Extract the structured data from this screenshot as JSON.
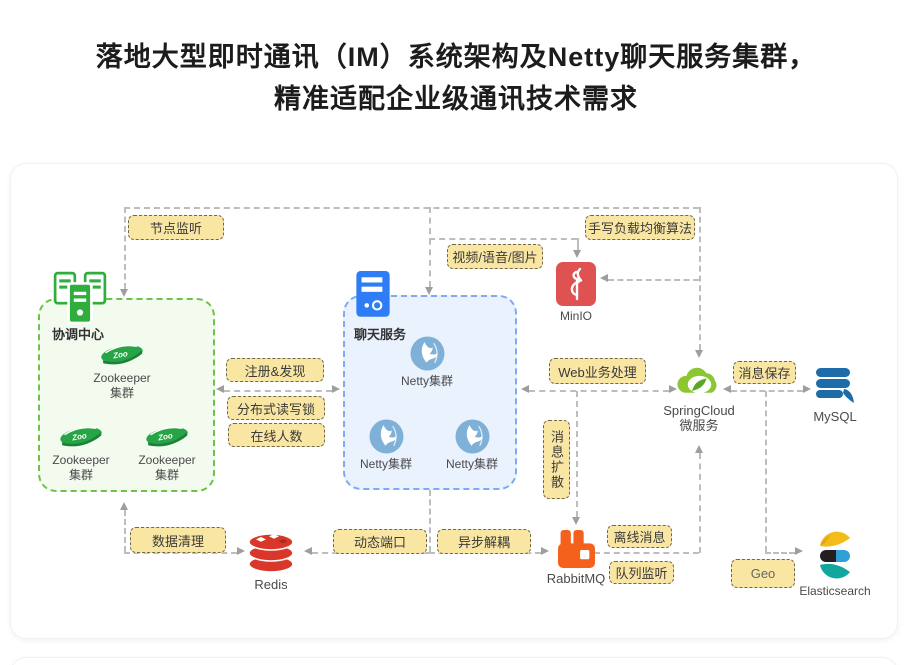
{
  "title": {
    "line1": "落地大型即时通讯（IM）系统架构及Netty聊天服务集群，",
    "line2": "精准适配企业级通讯技术需求"
  },
  "groups": {
    "coordination": {
      "title": "协调中心"
    },
    "chat": {
      "title": "聊天服务"
    }
  },
  "nodes": {
    "zookeeper": {
      "name": "Zookeeper",
      "sub": "集群"
    },
    "netty": {
      "name": "Netty集群"
    },
    "minio": {
      "name": "MinIO"
    },
    "springcloud": {
      "name": "SpringCloud",
      "sub": "微服务"
    },
    "mysql": {
      "name": "MySQL"
    },
    "redis": {
      "name": "Redis"
    },
    "rabbitmq": {
      "name": "RabbitMQ"
    },
    "elasticsearch": {
      "name": "Elasticsearch"
    }
  },
  "edge_labels": {
    "node_listen": "节点监听",
    "lb_algorithm": "手写负载均衡算法",
    "media": "视频/语音/图片",
    "register_discover": "注册&发现",
    "distributed_rw_lock": "分布式读写锁",
    "online_count": "在线人数",
    "web_business": "Web业务处理",
    "msg_save": "消息保存",
    "msg_diffuse": "消息扩散",
    "data_clean": "数据清理",
    "dynamic_port": "动态端口",
    "async_decouple": "异步解耦",
    "offline_msg": "离线消息",
    "queue_listen": "队列监听",
    "geo": "Geo"
  },
  "colors": {
    "yellow_label_bg": "#fae6a3",
    "green_box_border": "#6cc24a",
    "blue_box_border": "#7fa9f4",
    "connector_gray": "#bdbdbd",
    "minio_red": "#de5252",
    "rabbitmq_orange": "#f4611c",
    "redis_red": "#d8372a",
    "mysql_blue": "#1b6ca8",
    "spring_green": "#8cc632",
    "netty_blue": "#7fb1d8",
    "zookeeper_green": "#27a445",
    "server_green": "#2fae3e",
    "chat_server_blue": "#2e7cf6",
    "elastic_yellow": "#f3bd19",
    "elastic_teal": "#12a79d",
    "elastic_blue": "#2f9fd8"
  }
}
